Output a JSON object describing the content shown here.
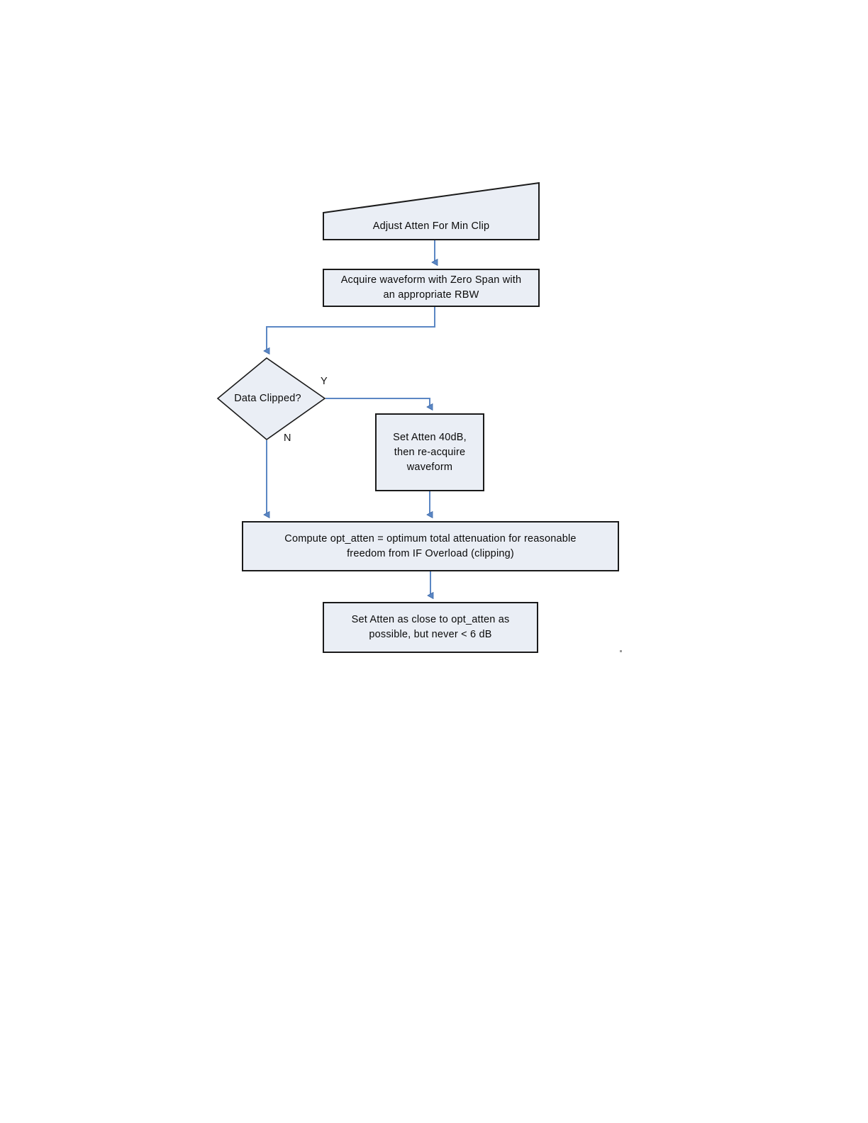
{
  "diagram": {
    "title": "Adjust Atten For Min Clip flowchart",
    "type": "flowchart",
    "style": {
      "node_fill": "#eaeef5",
      "node_stroke": "#1a1a1a",
      "connector_color": "#5b87c4",
      "connector_core": "#3f6bab",
      "text_color": "#0a0a0a",
      "page_background": "#ffffff",
      "artifact_dot": "#9a9a9a"
    },
    "nodes": [
      {
        "id": "banner",
        "shape": "banner-trapezoid",
        "label": "Adjust Atten For Min Clip"
      },
      {
        "id": "acquire",
        "shape": "rectangle",
        "label": "Acquire waveform with Zero Span with\nan appropriate RBW"
      },
      {
        "id": "decision",
        "shape": "diamond",
        "label": "Data Clipped?"
      },
      {
        "id": "set-atten-40",
        "shape": "rectangle",
        "label": "Set Atten 40dB,\nthen re-acquire\nwaveform"
      },
      {
        "id": "compute-opt-atten",
        "shape": "rectangle",
        "label": "Compute opt_atten = optimum total attenuation for reasonable\nfreedom from IF Overload (clipping)"
      },
      {
        "id": "set-atten-close",
        "shape": "rectangle",
        "label": "Set Atten as close to opt_atten as\npossible, but never < 6 dB"
      }
    ],
    "edges": [
      {
        "id": "banner-to-acquire",
        "from": "banner",
        "to": "acquire",
        "label": ""
      },
      {
        "id": "acquire-to-decision",
        "from": "acquire",
        "to": "decision",
        "label": ""
      },
      {
        "id": "decision-yes",
        "from": "decision",
        "to": "set-atten-40",
        "label": "Y"
      },
      {
        "id": "decision-no",
        "from": "decision",
        "to": "compute-opt-atten",
        "label": "N"
      },
      {
        "id": "set-atten-40-to-compute",
        "from": "set-atten-40",
        "to": "compute-opt-atten",
        "label": ""
      },
      {
        "id": "compute-to-set-close",
        "from": "compute-opt-atten",
        "to": "set-atten-close",
        "label": ""
      }
    ]
  }
}
